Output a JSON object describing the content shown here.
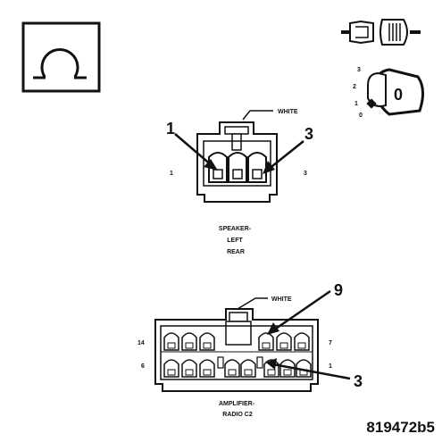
{
  "symbols": {
    "meter_icon": "ohm-meter-icon",
    "switch_icon": "ignition-switch-icon",
    "key_icon": "ignition-key-icon",
    "ignition_positions": [
      "3",
      "2",
      "1",
      "0"
    ],
    "key_label": "0"
  },
  "speaker_connector": {
    "wire_color_label": "WHITE",
    "callout_left": "1",
    "callout_right": "3",
    "side_left": "1",
    "side_right": "3",
    "title_line1": "SPEAKER-",
    "title_line2": "LEFT",
    "title_line3": "REAR"
  },
  "amplifier_connector": {
    "wire_color_label": "WHITE",
    "callout_top": "9",
    "callout_bottom": "3",
    "side_top_left": "14",
    "side_bottom_left": "6",
    "side_top_right": "7",
    "side_bottom_right": "1",
    "title_line1": "AMPLIFIER-",
    "title_line2": "RADIO C2"
  },
  "figure_id": "819472b5"
}
